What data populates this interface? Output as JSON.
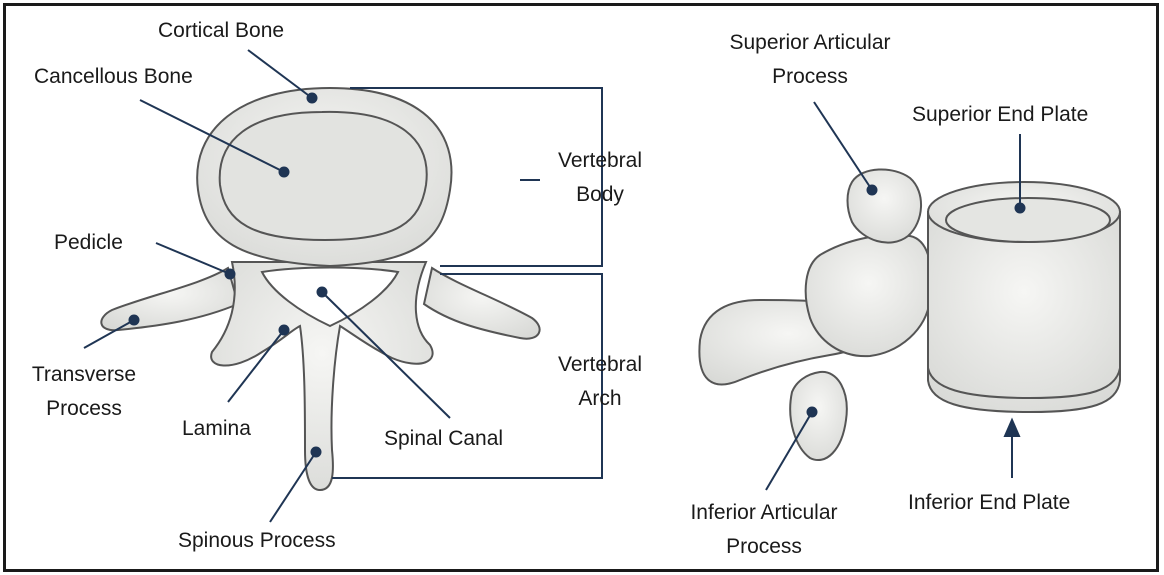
{
  "title": "",
  "colors": {
    "line": "#1f3554",
    "bone": "#ecedeb",
    "outline": "#555555",
    "text": "#1a1a1a",
    "frame": "#1a1a1a"
  },
  "labels": {
    "cortical_bone": "Cortical Bone",
    "cancellous_bone": "Cancellous Bone",
    "pedicle": "Pedicle",
    "transverse_process": [
      "Transverse",
      "Process"
    ],
    "lamina": "Lamina",
    "spinal_canal": "Spinal Canal",
    "spinous_process": "Spinous Process",
    "vertebral_body": [
      "Vertebral",
      "Body"
    ],
    "vertebral_arch": [
      "Vertebral",
      "Arch"
    ],
    "superior_articular_process": [
      "Superior Articular",
      "Process"
    ],
    "superior_end_plate": "Superior End Plate",
    "inferior_end_plate": "Inferior End Plate",
    "inferior_articular_process": [
      "Inferior Articular",
      "Process"
    ]
  }
}
